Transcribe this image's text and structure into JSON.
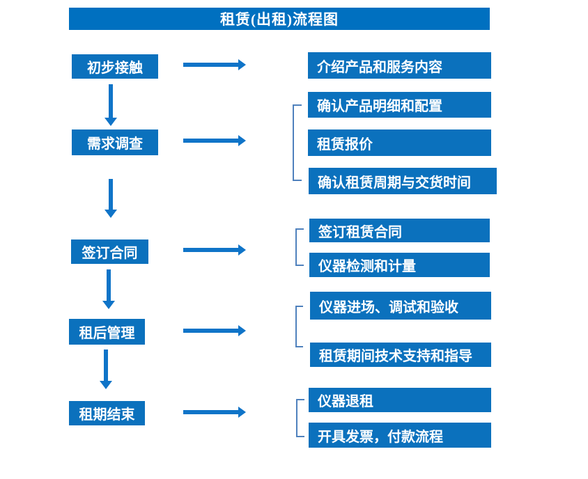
{
  "title": "租赁(出租)流程图",
  "colors": {
    "primary_blue": "#0070c0",
    "box_blue": "#0b71bd",
    "arrow_blue": "#0f74c8",
    "bracket_blue": "#4f81bd",
    "text_white": "#ffffff"
  },
  "steps": [
    {
      "label": "初步接触"
    },
    {
      "label": "需求调查"
    },
    {
      "label": "签订合同"
    },
    {
      "label": "租后管理"
    },
    {
      "label": "租期结束"
    }
  ],
  "details": [
    {
      "label": "介绍产品和服务内容"
    },
    {
      "label": "确认产品明细和配置"
    },
    {
      "label": "租赁报价"
    },
    {
      "label": "确认租赁周期与交货时间"
    },
    {
      "label": "签订租赁合同"
    },
    {
      "label": "仪器检测和计量"
    },
    {
      "label": "仪器进场、调试和验收"
    },
    {
      "label": "租赁期间技术支持和指导"
    },
    {
      "label": "仪器退租"
    },
    {
      "label": "开具发票，付款流程"
    }
  ]
}
